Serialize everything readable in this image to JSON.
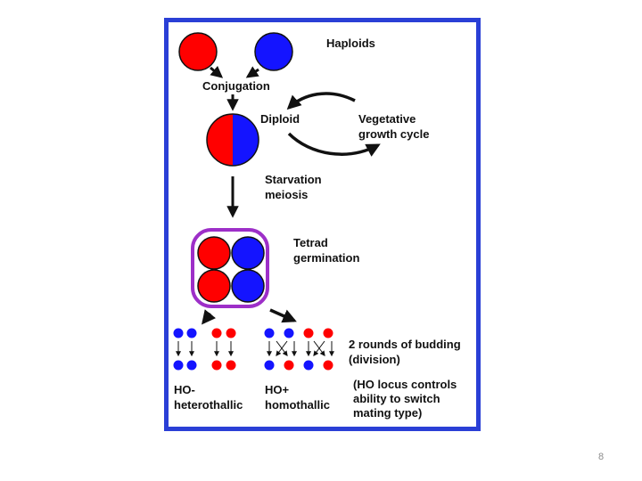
{
  "colors": {
    "frame": "#2a3fd6",
    "red": "#ff0000",
    "blue": "#1414ff",
    "purple": "#9d2fc8",
    "arrow": "#111111"
  },
  "labels": {
    "haploids": "Haploids",
    "conjugation": "Conjugation",
    "diploid": "Diploid",
    "vegetative_1": "Vegetative",
    "vegetative_2": "growth cycle",
    "starvation_1": "Starvation",
    "starvation_2": "meiosis",
    "tetrad_1": "Tetrad",
    "tetrad_2": "germination",
    "budding_1": "2 rounds of budding",
    "budding_2": "(division)",
    "ho_minus_1": "HO-",
    "ho_minus_2": "heterothallic",
    "ho_plus_1": "HO+",
    "ho_plus_2": "homothallic",
    "ho_locus_1": "(HO locus controls",
    "ho_locus_2": "ability to switch",
    "ho_locus_3": "mating type)"
  },
  "page_number": "8"
}
